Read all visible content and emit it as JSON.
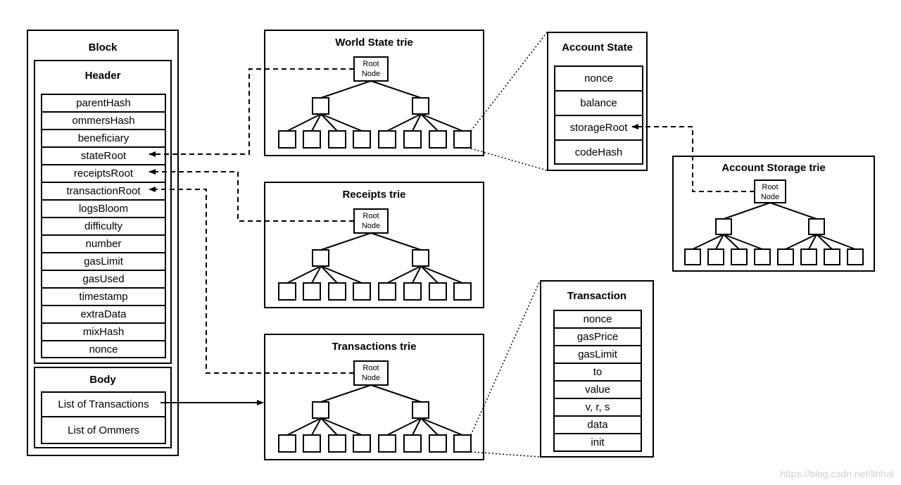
{
  "block": {
    "title": "Block",
    "header": {
      "title": "Header",
      "fields": [
        "parentHash",
        "ommersHash",
        "beneficiary",
        "stateRoot",
        "receiptsRoot",
        "transactionRoot",
        "logsBloom",
        "difficulty",
        "number",
        "gasLimit",
        "gasUsed",
        "timestamp",
        "extraData",
        "mixHash",
        "nonce"
      ]
    },
    "body": {
      "title": "Body",
      "fields": [
        "List of Transactions",
        "List of Ommers"
      ]
    }
  },
  "tries": {
    "world_state": {
      "title": "World State trie",
      "root_line1": "Root",
      "root_line2": "Node"
    },
    "receipts": {
      "title": "Receipts trie",
      "root_line1": "Root",
      "root_line2": "Node"
    },
    "transactions": {
      "title": "Transactions trie",
      "root_line1": "Root",
      "root_line2": "Node"
    },
    "account_storage": {
      "title": "Account Storage trie",
      "root_line1": "Root",
      "root_line2": "Node"
    }
  },
  "account_state": {
    "title": "Account State",
    "fields": [
      "nonce",
      "balance",
      "storageRoot",
      "codeHash"
    ]
  },
  "transaction": {
    "title": "Transaction",
    "fields": [
      "nonce",
      "gasPrice",
      "gasLimit",
      "to",
      "value",
      "v, r, s",
      "data",
      "init"
    ]
  },
  "watermark": "https://blog.csdn.net/lihhal"
}
